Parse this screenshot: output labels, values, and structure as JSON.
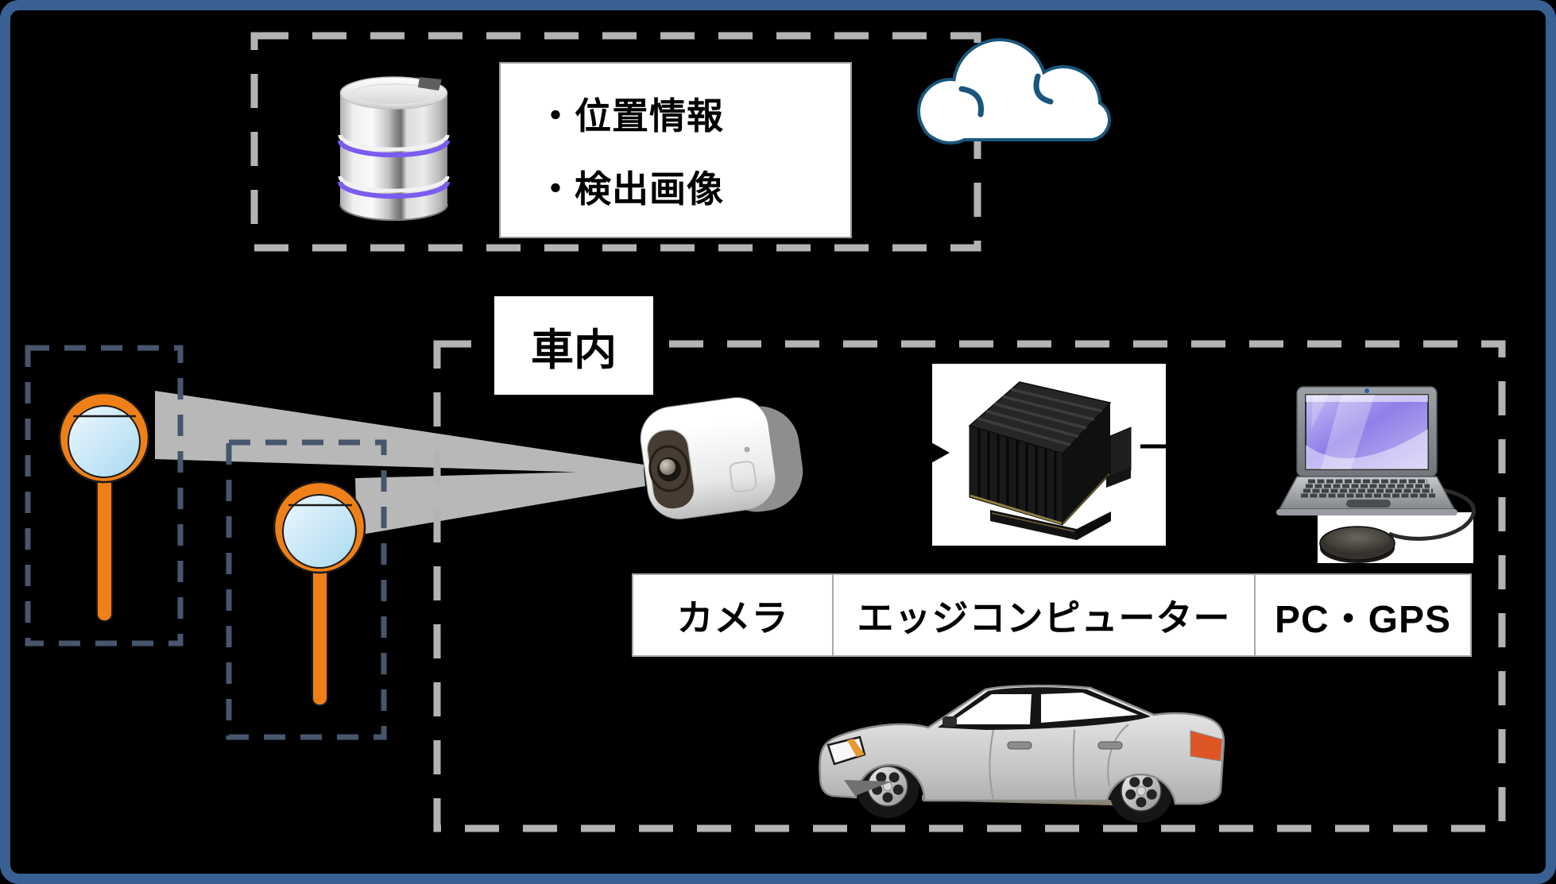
{
  "diagram": {
    "description": "vehicle-mounted-road-mirror-detection-system",
    "cloud_section": {
      "items": [
        {
          "label": "・位置情報"
        },
        {
          "label": "・検出画像"
        }
      ],
      "icons": [
        "database-icon",
        "cloud-icon"
      ]
    },
    "vehicle_section": {
      "label": "車内",
      "devices": [
        {
          "label": "カメラ",
          "icon": "camera-icon"
        },
        {
          "label": "エッジコンピューター",
          "icon": "edge-computer-icon"
        },
        {
          "label": "PC・GPS",
          "icon": "laptop-icon"
        }
      ],
      "car_icon": "car-icon"
    },
    "roadside": {
      "mirror_icons": [
        "road-mirror-icon",
        "road-mirror-icon"
      ],
      "beams": [
        "view-beam",
        "view-beam"
      ]
    },
    "colors": {
      "frame_blue": "#386092",
      "background": "#000000",
      "dash_gray": "#b3b3b3",
      "dash_slate": "#47566c",
      "beam_gray": "#b8b8b8",
      "mirror_orange": "#ef8018",
      "cloud_outline": "#19567c",
      "db_stripe_purple": "#7a5cf0",
      "laptop_screen_purple": "#8f7fe8",
      "taillight_orange": "#e05526"
    }
  }
}
